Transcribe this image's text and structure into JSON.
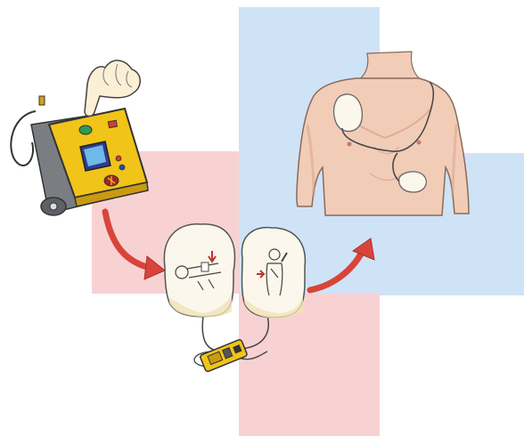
{
  "colors": {
    "pink_cross": "#f8d2d2",
    "blue_cross": "#cfe3f6",
    "aed_body": "#f0c419",
    "aed_dark": "#2d2d2d",
    "arrow_red": "#d9443a",
    "skin": "#f1cdb8",
    "pad": "#fbf7ec"
  },
  "steps": [
    {
      "name": "turn-on-aed",
      "icon": "aed-device-icon"
    },
    {
      "name": "apply-pads",
      "icon": "electrode-pads-icon"
    },
    {
      "name": "pads-on-chest",
      "icon": "chest-with-pads-icon"
    }
  ]
}
